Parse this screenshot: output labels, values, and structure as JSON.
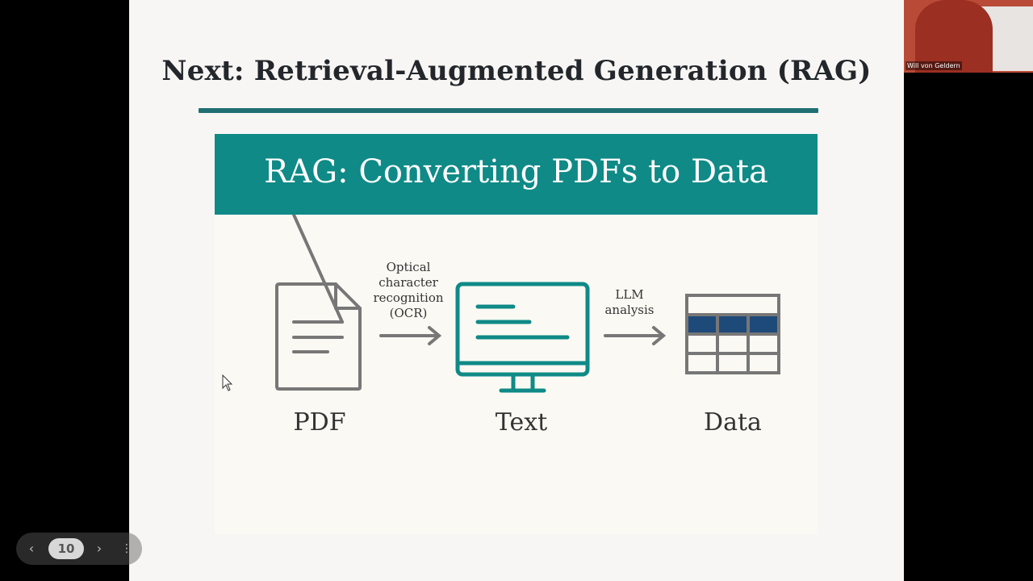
{
  "slide": {
    "title": "Next: Retrieval-Augmented Generation (RAG)",
    "panel_heading": "RAG: Converting PDFs to Data",
    "steps": [
      {
        "label": "PDF",
        "icon": "document-icon"
      },
      {
        "label": "Text",
        "icon": "monitor-icon"
      },
      {
        "label": "Data",
        "icon": "table-icon"
      }
    ],
    "arrows": [
      {
        "label_lines": [
          "Optical",
          "character",
          "recognition",
          "(OCR)"
        ]
      },
      {
        "label_lines": [
          "LLM",
          "analysis"
        ]
      }
    ]
  },
  "webcam": {
    "participant_name": "Will von Geldern"
  },
  "pager": {
    "current_page": "10",
    "prev_icon": "chevron-left-icon",
    "next_icon": "chevron-right-icon"
  },
  "colors": {
    "teal": "#0f8a87",
    "dark_teal": "#1f6f73",
    "gray": "#777777",
    "navy": "#1e4a7a"
  }
}
